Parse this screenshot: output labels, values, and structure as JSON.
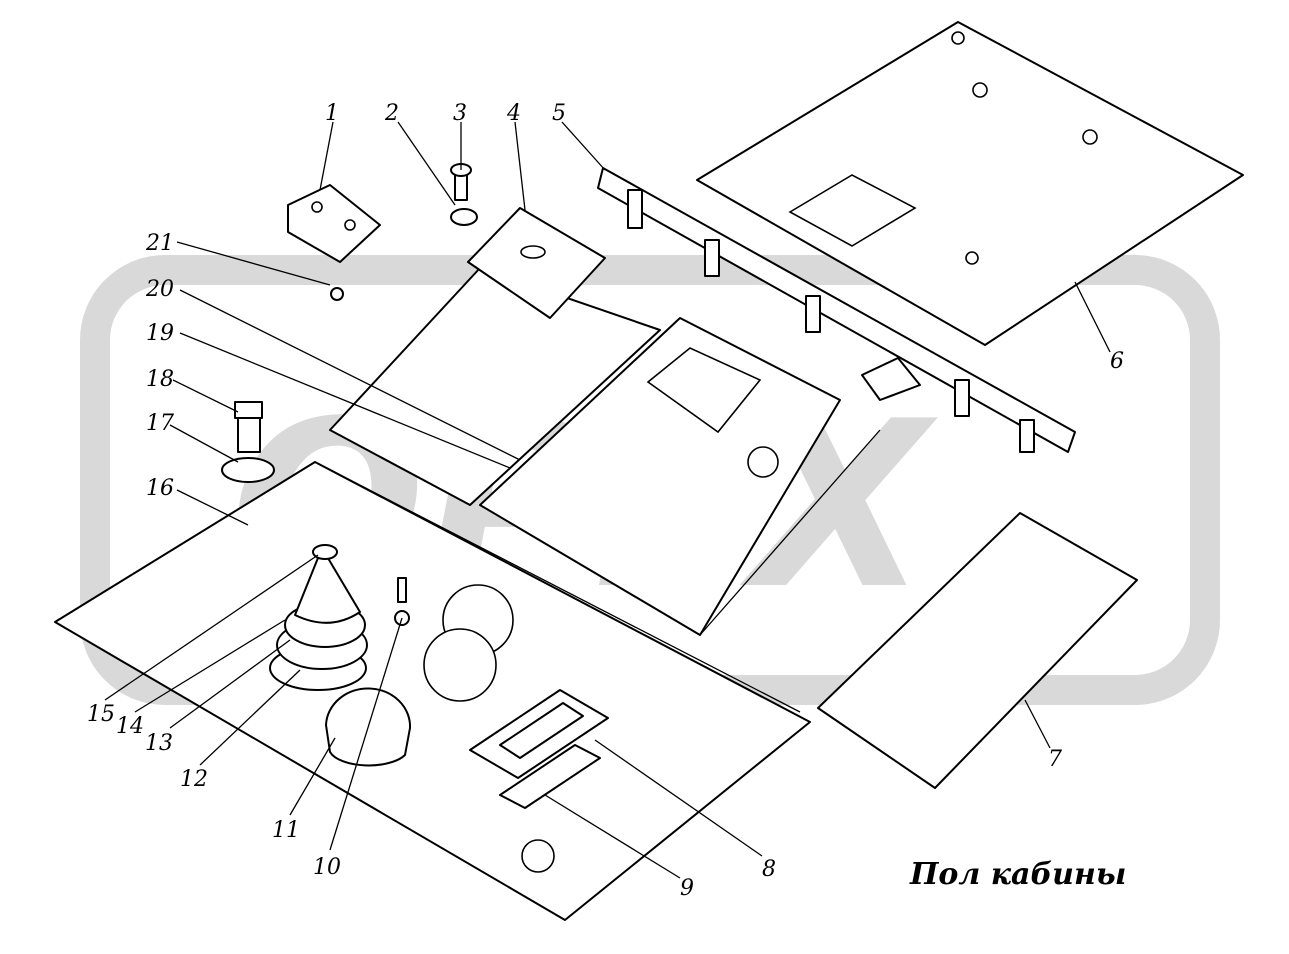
{
  "caption": "Пол кабины",
  "watermark": {
    "text": "OPEX",
    "color": "#d9d9d9"
  },
  "callouts": [
    {
      "id": "1",
      "text": "1"
    },
    {
      "id": "2",
      "text": "2"
    },
    {
      "id": "3",
      "text": "3"
    },
    {
      "id": "4",
      "text": "4"
    },
    {
      "id": "5",
      "text": "5"
    },
    {
      "id": "6",
      "text": "6"
    },
    {
      "id": "7",
      "text": "7"
    },
    {
      "id": "8",
      "text": "8"
    },
    {
      "id": "9",
      "text": "9"
    },
    {
      "id": "10",
      "text": "10"
    },
    {
      "id": "11",
      "text": "11"
    },
    {
      "id": "12",
      "text": "12"
    },
    {
      "id": "13",
      "text": "13"
    },
    {
      "id": "14",
      "text": "14"
    },
    {
      "id": "15",
      "text": "15"
    },
    {
      "id": "16",
      "text": "16"
    },
    {
      "id": "17",
      "text": "17"
    },
    {
      "id": "18",
      "text": "18"
    },
    {
      "id": "19",
      "text": "19"
    },
    {
      "id": "20",
      "text": "20"
    },
    {
      "id": "21",
      "text": "21"
    }
  ]
}
